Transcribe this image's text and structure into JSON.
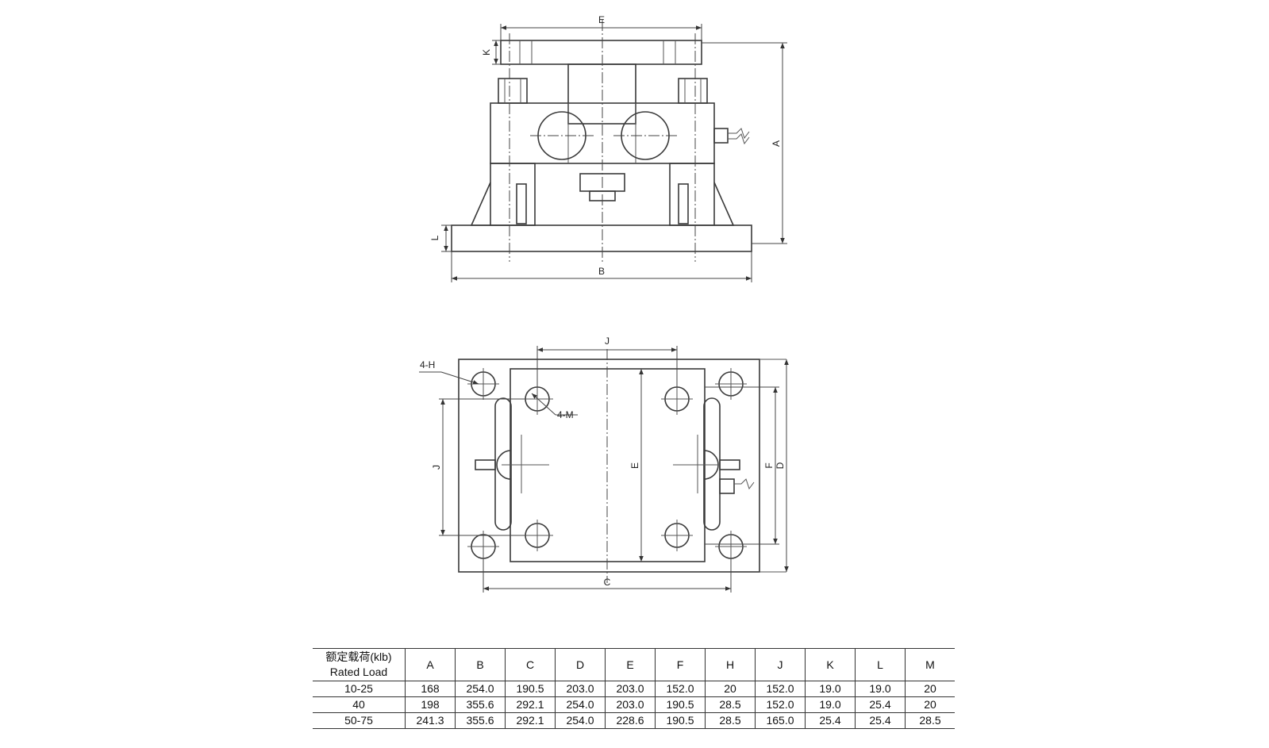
{
  "labels": {
    "front": {
      "E": "E",
      "K": "K",
      "A": "A",
      "L": "L",
      "B": "B"
    },
    "top": {
      "J_top": "J",
      "H": "4-H",
      "M": "4-M",
      "J_left": "J",
      "E_mid": "E",
      "F": "F",
      "D": "D",
      "C": "C"
    }
  },
  "table": {
    "header_cn": "额定载荷(klb)",
    "header_en": "Rated Load",
    "columns": [
      "A",
      "B",
      "C",
      "D",
      "E",
      "F",
      "H",
      "J",
      "K",
      "L",
      "M"
    ],
    "rows": [
      {
        "load": "10-25",
        "values": [
          "168",
          "254.0",
          "190.5",
          "203.0",
          "203.0",
          "152.0",
          "20",
          "152.0",
          "19.0",
          "19.0",
          "20"
        ]
      },
      {
        "load": "40",
        "values": [
          "198",
          "355.6",
          "292.1",
          "254.0",
          "203.0",
          "190.5",
          "28.5",
          "152.0",
          "19.0",
          "25.4",
          "20"
        ]
      },
      {
        "load": "50-75",
        "values": [
          "241.3",
          "355.6",
          "292.1",
          "254.0",
          "228.6",
          "190.5",
          "28.5",
          "165.0",
          "25.4",
          "25.4",
          "28.5"
        ]
      }
    ]
  }
}
